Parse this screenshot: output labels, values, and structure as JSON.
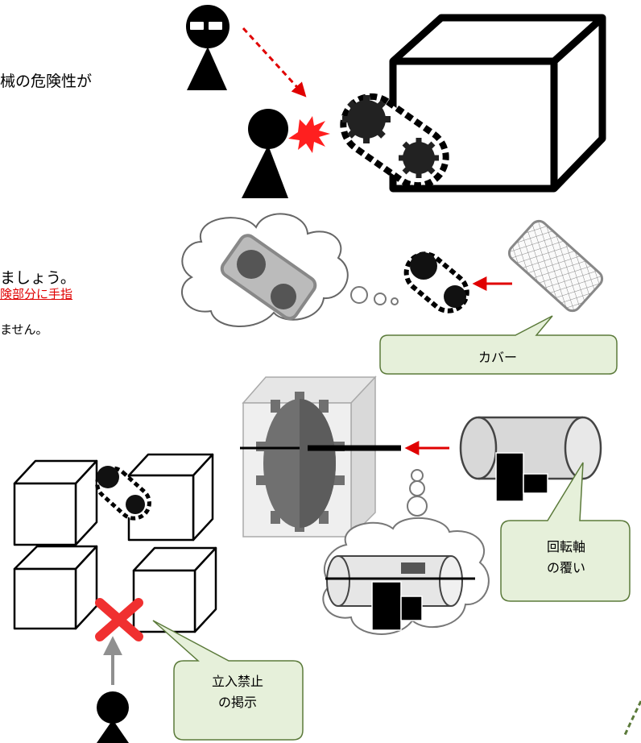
{
  "texts": {
    "danger_text": "械の危険性が",
    "lets_text": "ましょう。",
    "red_text": "険部分に手指",
    "masen_text": "ません。"
  },
  "callouts": {
    "cover": "カバー",
    "shaft_line1": "回転軸",
    "shaft_line2": "の覆い",
    "entry_line1": "立入禁止",
    "entry_line2": "の掲示"
  },
  "colors": {
    "callout_fill": "#e6f0da",
    "callout_stroke": "#5b7a3a",
    "arrow_red": "#e00000",
    "explosion_red": "#ff1f1f",
    "cross_red": "#f03030",
    "gray_arrow": "#909090"
  },
  "icons": [
    "person-with-glasses-icon",
    "person-icon",
    "gear-icon",
    "chain-icon",
    "cross-mark-icon",
    "explosion-icon"
  ]
}
